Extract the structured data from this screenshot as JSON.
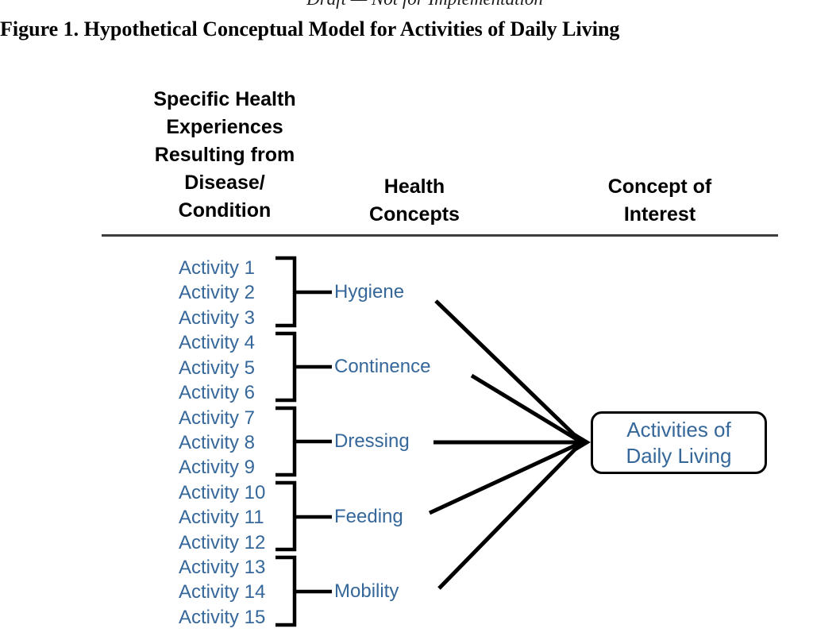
{
  "page": {
    "header_note": "Draft — Not for Implementation",
    "figure_title": "Figure 1. Hypothetical Conceptual Model for Activities of Daily Living"
  },
  "diagram": {
    "column_headers": {
      "experiences": "Specific Health\nExperiences\nResulting from\nDisease/\nCondition",
      "concepts": "Health\nConcepts",
      "interest": "Concept of\nInterest"
    },
    "activities": [
      "Activity 1",
      "Activity 2",
      "Activity 3",
      "Activity 4",
      "Activity 5",
      "Activity 6",
      "Activity 7",
      "Activity 8",
      "Activity 9",
      "Activity 10",
      "Activity 11",
      "Activity 12",
      "Activity 13",
      "Activity 14",
      "Activity 15"
    ],
    "concept_groups": [
      {
        "concept": "Hygiene",
        "activities": [
          "Activity 1",
          "Activity 2",
          "Activity 3"
        ]
      },
      {
        "concept": "Continence",
        "activities": [
          "Activity 4",
          "Activity 5",
          "Activity 6"
        ]
      },
      {
        "concept": "Dressing",
        "activities": [
          "Activity 7",
          "Activity 8",
          "Activity 9"
        ]
      },
      {
        "concept": "Feeding",
        "activities": [
          "Activity 10",
          "Activity 11",
          "Activity 12"
        ]
      },
      {
        "concept": "Mobility",
        "activities": [
          "Activity 13",
          "Activity 14",
          "Activity 15"
        ]
      }
    ],
    "concepts": [
      "Hygiene",
      "Continence",
      "Dressing",
      "Feeding",
      "Mobility"
    ],
    "concept_of_interest": "Activities of\nDaily Living",
    "colors": {
      "diagram_text_blue": "#35679a",
      "line_black": "#000000",
      "header_rule_gray": "#3d3d3d"
    }
  }
}
